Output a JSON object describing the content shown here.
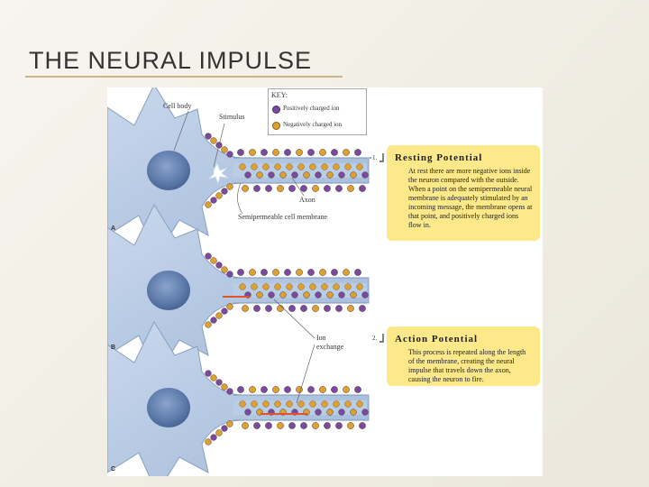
{
  "slide": {
    "title": "THE NEURAL IMPULSE"
  },
  "figure": {
    "key": {
      "heading": "KEY:",
      "positive": "Positively charged ion",
      "negative": "Negatively charged ion"
    },
    "labels": {
      "cell_body": "Cell body",
      "stimulus": "Stimulus",
      "axon": "Axon",
      "membrane": "Semipermeable cell membrane",
      "ion_exchange_1": "Ion",
      "ion_exchange_2": "exchange"
    },
    "panels": [
      "A",
      "B",
      "C"
    ],
    "steps": [
      {
        "number": "1.",
        "title": "Resting Potential",
        "body": "At rest there are more negative ions inside the neuron compared with the outside. When a point on the semipermeable neural membrane is adequately stimulated by an incoming message, the membrane opens at that point, and positively charged ions flow in."
      },
      {
        "number": "2.",
        "title": "Action Potential",
        "body": "This process is repeated along the length of the membrane, creating the neural impulse that travels down the axon, causing the neuron to fire."
      }
    ],
    "colors": {
      "positive_ion": "#7a4aa0",
      "negative_ion": "#e0a030",
      "cell_fill": "#aec4e0",
      "nucleus": "#5d7aaa",
      "callout_fill": "#fde98a",
      "arrow": "#e0562a"
    }
  }
}
